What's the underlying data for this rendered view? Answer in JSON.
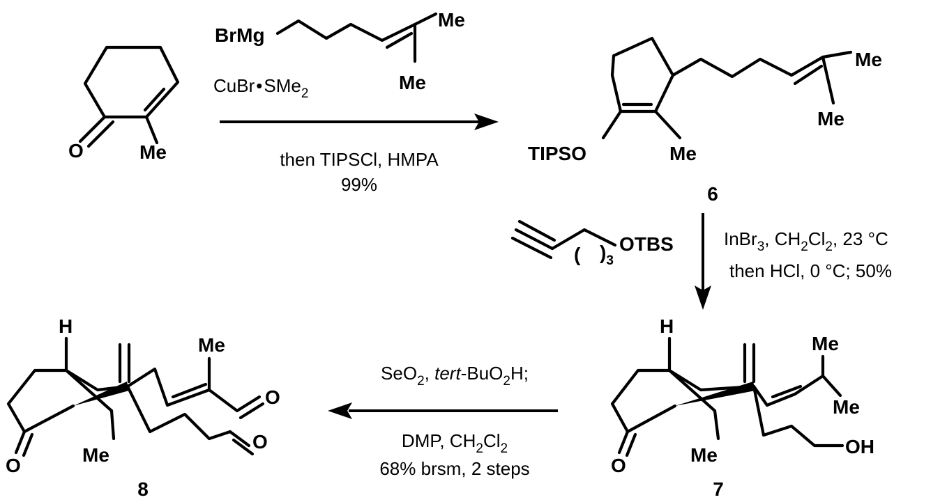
{
  "atoms": {
    "o": "O",
    "me": "Me",
    "h": "H",
    "brmg": "BrMg",
    "tipso": "TIPSO",
    "otbs": "OTBS",
    "oh": "OH",
    "paren_open": "(",
    "paren_close": ")",
    "paren_sub": "3"
  },
  "compounds": {
    "c6": "6",
    "c7": "7",
    "c8": "8"
  },
  "conditions": {
    "step1": {
      "reagent_pre": "CuBr",
      "reagent_bullet": "•",
      "reagent_mid": "SMe",
      "reagent_sub": "2",
      "then": "then TIPSCl, HMPA",
      "yield": "99%"
    },
    "step2": {
      "l1_a": "InBr",
      "l1_sub1": "3",
      "l1_b": ", CH",
      "l1_sub2": "2",
      "l1_c": "Cl",
      "l1_sub3": "2",
      "l1_d": ", 23 °C",
      "l2": "then HCl, 0 °C; 50%"
    },
    "step3": {
      "l1_a": "SeO",
      "l1_sub1": "2",
      "l1_b": ", ",
      "l1_italic": "tert",
      "l1_c": "-BuO",
      "l1_sub2": "2",
      "l1_d": "H;",
      "l2_a": "DMP, CH",
      "l2_sub1": "2",
      "l2_b": "Cl",
      "l2_sub2": "2",
      "l3": "68% brsm, 2 steps"
    }
  }
}
